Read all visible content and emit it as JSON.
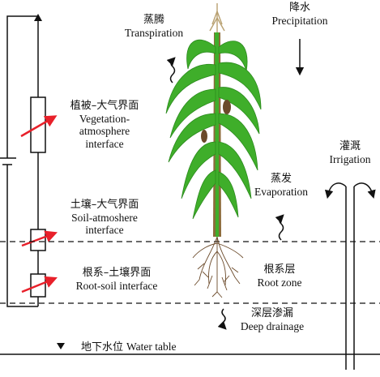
{
  "labels": {
    "transpiration": {
      "zh": "蒸腾",
      "en": "Transpiration"
    },
    "precipitation": {
      "zh": "降水",
      "en": "Precipitation"
    },
    "irrigation": {
      "zh": "灌溉",
      "en": "Irrigation"
    },
    "evaporation": {
      "zh": "蒸发",
      "en": "Evaporation"
    },
    "veg_atm": {
      "zh": "植被–大气界面",
      "en1": "Vegetation-",
      "en2": "atmosphere",
      "en3": "interface"
    },
    "soil_atm": {
      "zh": "土壤–大气界面",
      "en1": "Soil-atmoshere",
      "en2": "interface"
    },
    "root_soil": {
      "zh": "根系–土壤界面",
      "en": "Root-soil interface"
    },
    "root_zone": {
      "zh": "根系层",
      "en": "Root zone"
    },
    "deep_drainage": {
      "zh": "深层渗漏",
      "en": "Deep drainage"
    },
    "water_table": {
      "zh": "地下水位",
      "en": "Water table"
    }
  },
  "colors": {
    "plant": "#3fae2a",
    "plant_dark": "#2b8a1d",
    "resistor_arrow": "#e8202a",
    "line": "#111111"
  }
}
